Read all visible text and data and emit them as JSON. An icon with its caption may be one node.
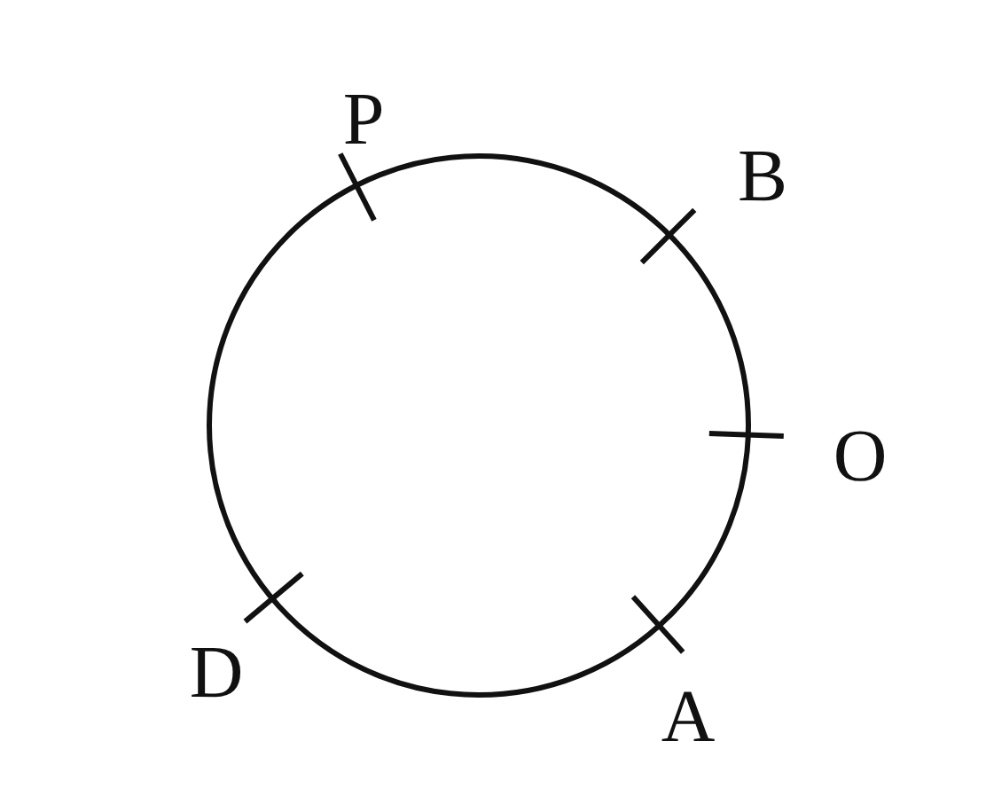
{
  "diagram": {
    "labels": [
      "P",
      "B",
      "O",
      "D",
      "A"
    ]
  }
}
